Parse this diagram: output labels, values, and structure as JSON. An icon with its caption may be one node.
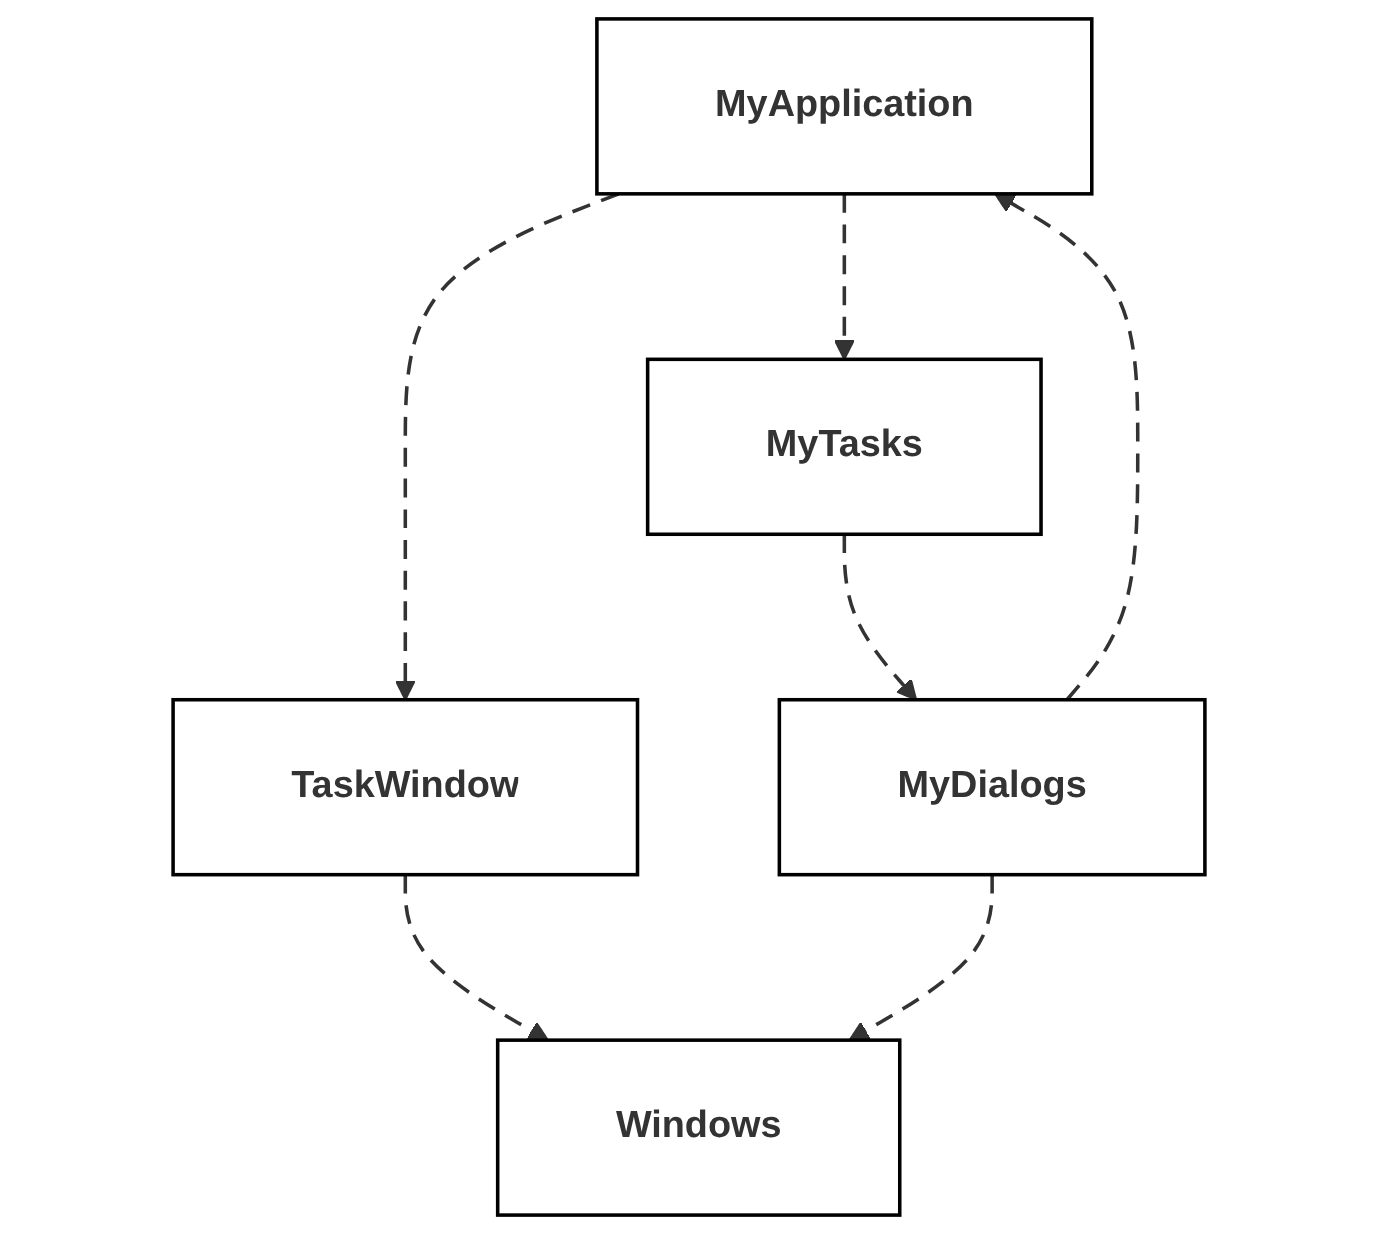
{
  "diagram": {
    "nodes": [
      {
        "text": [
          "MyApplication"
        ]
      },
      {
        "text": [
          "TaskWindow"
        ]
      },
      {
        "text": [
          "MyTasks"
        ]
      },
      {
        "text": [
          "MyDialogs"
        ]
      },
      {
        "text": [
          "Windows"
        ]
      }
    ],
    "edges": [
      {
        "from": 0,
        "to": 1,
        "arrow": "to",
        "style": "dashed"
      },
      {
        "from": 0,
        "to": 2,
        "arrow": "to",
        "style": "dashed"
      },
      {
        "from": 1,
        "to": 4,
        "arrow": "to",
        "style": "dashed"
      },
      {
        "from": 3,
        "to": 0,
        "arrow": "to",
        "style": "dashed"
      },
      {
        "from": 2,
        "to": 3,
        "arrow": "to",
        "style": "dashed"
      },
      {
        "from": 3,
        "to": 4,
        "arrow": "to",
        "style": "dashed"
      }
    ]
  }
}
